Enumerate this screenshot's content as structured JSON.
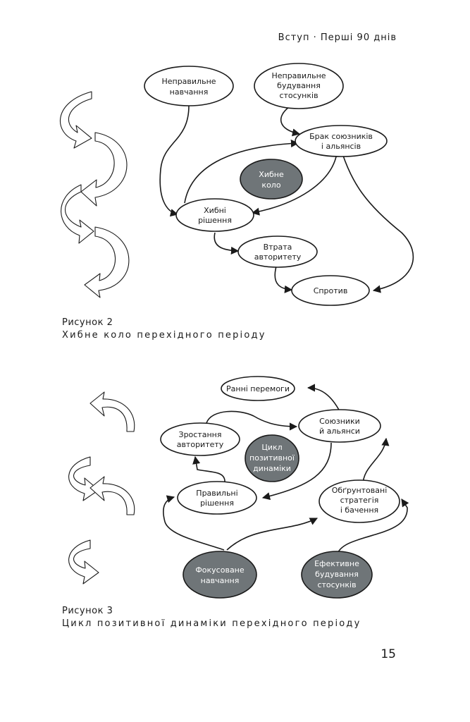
{
  "header": "Вступ · Перші 90 днів",
  "page_number": "15",
  "figure1": {
    "caption_number": "Рисунок 2",
    "caption_title": "Хибне коло перехідного періоду",
    "nodes": {
      "wrong_learning": [
        "Неправильне",
        "навчання"
      ],
      "wrong_relationships": [
        "Неправильне",
        "будування",
        "стосунків"
      ],
      "lack_allies": [
        "Брак союзників",
        "і альянсів"
      ],
      "vicious_circle": [
        "Хибне",
        "коло"
      ],
      "wrong_decisions": [
        "Хибні",
        "рішення"
      ],
      "loss_authority": [
        "Втрата",
        "авторитету"
      ],
      "resistance": [
        "Спротив"
      ]
    }
  },
  "figure2": {
    "caption_number": "Рисунок 3",
    "caption_title": "Цикл позитивної динаміки перехідного періоду",
    "nodes": {
      "early_wins": [
        "Ранні перемоги"
      ],
      "growth_authority": [
        "Зростання",
        "авторитету"
      ],
      "allies": [
        "Союзники",
        "й альянси"
      ],
      "positive_cycle": [
        "Цикл",
        "позитивної",
        "динаміки"
      ],
      "right_decisions": [
        "Правильні",
        "рішення"
      ],
      "strategy": [
        "Обґрунтовані",
        "стратегія",
        "і бачення"
      ],
      "focused_learning": [
        "Фокусоване",
        "навчання"
      ],
      "effective_relationships": [
        "Ефективне",
        "будування",
        "стосунків"
      ]
    }
  }
}
